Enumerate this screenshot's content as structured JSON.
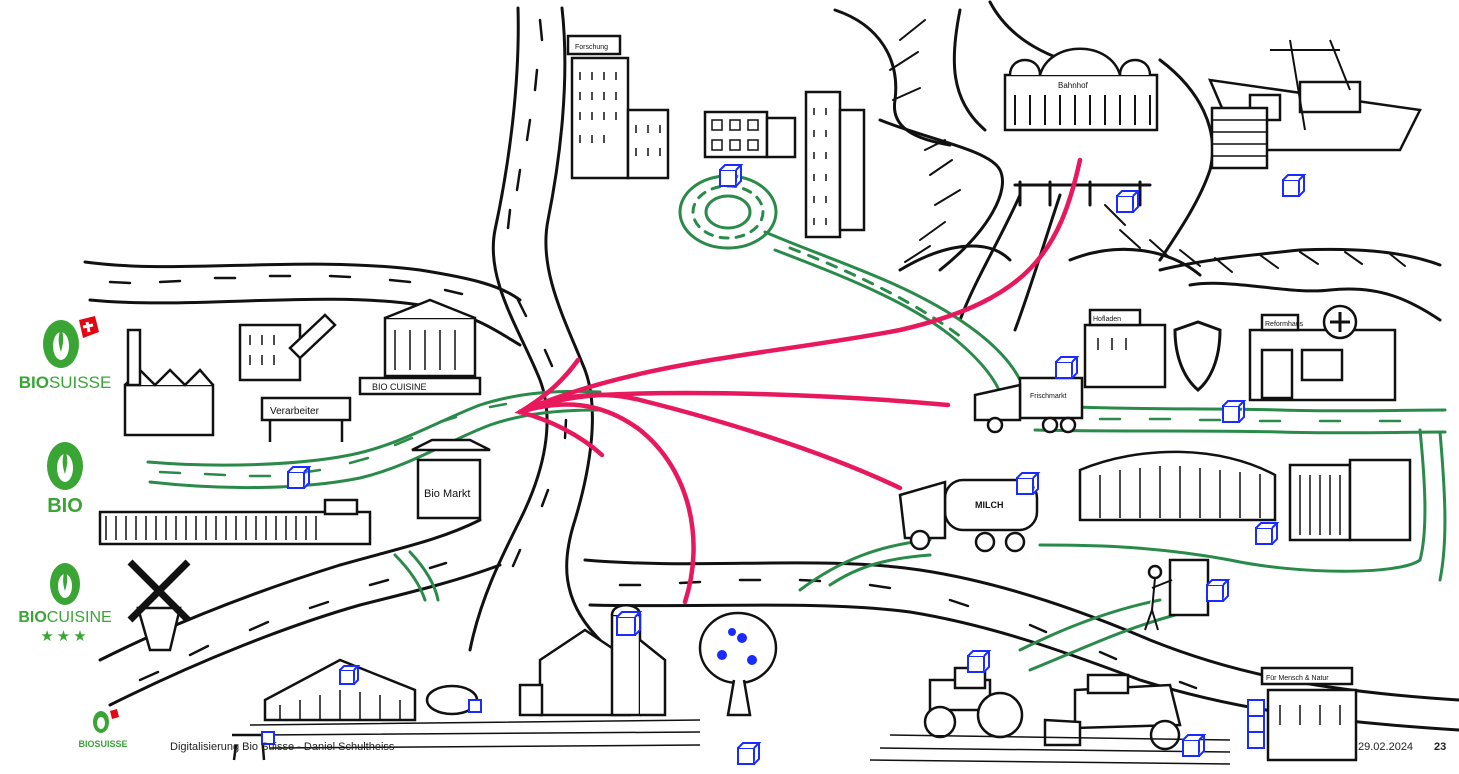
{
  "logos": {
    "biosuisse": {
      "word_bold": "BIO",
      "word_thin": "SUISSE"
    },
    "bio": {
      "word": "BIO"
    },
    "biocuisine": {
      "word_bold": "BIO",
      "word_thin": "CUISINE",
      "stars": "★★★"
    }
  },
  "building_signs": {
    "factory": "Verarbeiter",
    "market_stall": "Bio Markt",
    "station": "Bahnhof",
    "truck_small": "Frischmarkt",
    "tanker": "MILCH",
    "farm_shop": "Hofladen",
    "pharmacy": "Reformhaus",
    "highrise": "Forschung",
    "restaurant": "BIO CUISINE",
    "bottom_right": "Für Mensch & Natur"
  },
  "footer": {
    "logo_text": "BIOSUISSE",
    "presenter": "Digitalisierung Bio Suisse - Daniel Schultheiss",
    "date": "29.02.2024",
    "page": "23"
  },
  "colors": {
    "flow_arrows": "#e8185c",
    "route_green": "#2a8a4a",
    "data_cube": "#1a2bff",
    "logo_green": "#3aa535",
    "logo_red": "#e30613"
  }
}
